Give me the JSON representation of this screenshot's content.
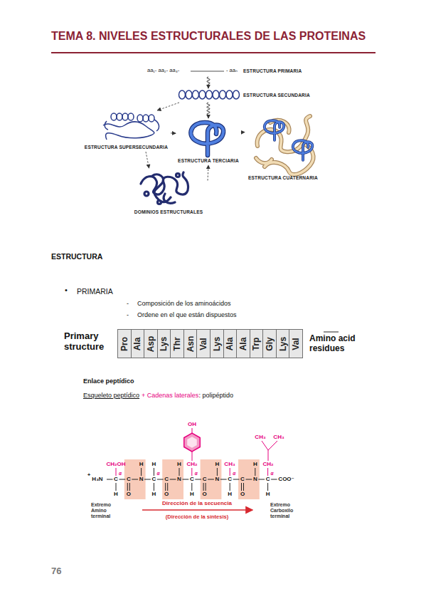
{
  "diagram": {
    "title": "TEMA 8. NIVELES ESTRUCTURALES DE LAS PROTEINAS",
    "nodes": [
      {
        "text": [
          "aa₁- aa₂- aa₃-",
          "- aaₙ",
          "ESTRUCTURA PRIMARIA"
        ]
      },
      {
        "text": [
          "ESTRUCTURA SECUNDARIA"
        ]
      },
      {
        "text": [
          "ESTRUCTURA SUPERSECUNDARIA"
        ]
      },
      {
        "text": [
          "ESTRUCTURA TERCIARIA"
        ]
      },
      {
        "text": [
          "ESTRUCTURA CUATERNARIA"
        ]
      },
      {
        "text": [
          "DOMINIOS ESTRUCTURALES"
        ]
      },
      {
        "text": [
          "Pro"
        ]
      },
      {
        "text": [
          "Ala"
        ]
      },
      {
        "text": [
          "Asp"
        ]
      },
      {
        "text": [
          "Lys"
        ]
      },
      {
        "text": [
          "Thr"
        ]
      },
      {
        "text": [
          "Asn"
        ]
      },
      {
        "text": [
          "Val"
        ]
      },
      {
        "text": [
          "Lys"
        ]
      },
      {
        "text": [
          "Ala"
        ]
      },
      {
        "text": [
          "Ala"
        ]
      },
      {
        "text": [
          "Trp"
        ]
      },
      {
        "text": [
          "Gly"
        ]
      },
      {
        "text": [
          "Lys"
        ]
      },
      {
        "text": [
          "Val"
        ]
      }
    ],
    "edges": [
      {
        "from": 0,
        "to": 1,
        "arrow": "to"
      },
      {
        "from": 1,
        "to": 2,
        "arrow": "to"
      },
      {
        "from": 1,
        "to": 3,
        "arrow": "to"
      },
      {
        "from": 2,
        "to": 3,
        "arrow": "to"
      },
      {
        "from": 2,
        "to": 5,
        "arrow": "to"
      },
      {
        "from": 5,
        "to": 3,
        "arrow": "to"
      },
      {
        "from": 3,
        "to": 4,
        "arrow": "to"
      }
    ],
    "labels": [
      "ESTRUCTURA",
      "•",
      "PRIMARIA",
      "-",
      "Composición de los aminoácidos",
      "-",
      "Ordene en el que están dispuestos",
      "Primary structure",
      "Amino acid residues",
      "Enlace peptídico",
      "Esqueleto peptídico",
      "+ Cadenas laterales",
      ": polipéptido",
      "OH",
      "CH₂OH",
      "CH₂",
      "CH₃",
      "CH₃",
      "CH₃",
      "CH₂",
      "H₃N",
      "+",
      "C",
      "C",
      "N",
      "C",
      "C",
      "N",
      "C",
      "C",
      "N",
      "C",
      "C",
      "N",
      "C",
      "α",
      "α",
      "α",
      "α",
      "α",
      "O",
      "O",
      "O",
      "O",
      "H",
      "H",
      "H",
      "H",
      "H",
      "H",
      "H",
      "H",
      "H",
      "H",
      "COO⁻",
      "Extremo Amino terminal",
      "Dirección de la secuencia",
      "(Dirección de la síntesis)",
      "Extremo Carboxilo terminal",
      "76"
    ]
  }
}
